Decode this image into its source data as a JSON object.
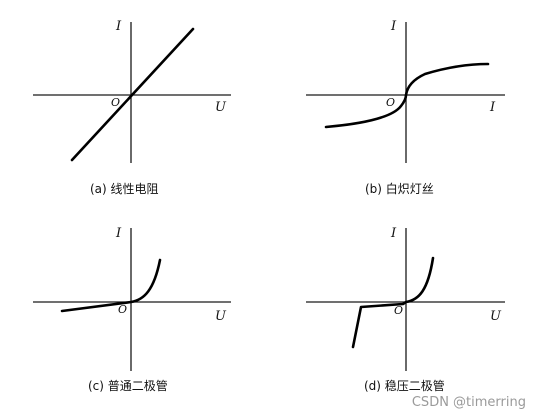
{
  "panels": [
    {
      "id": "a",
      "caption": "(a) 线性电阻",
      "y_axis": "I",
      "x_axis": "U",
      "origin": "O"
    },
    {
      "id": "b",
      "caption": "(b) 白炽灯丝",
      "y_axis": "I",
      "x_axis": "I",
      "origin": "O"
    },
    {
      "id": "c",
      "caption": "(c) 普通二极管",
      "y_axis": "I",
      "x_axis": "U",
      "origin": "O"
    },
    {
      "id": "d",
      "caption": "(d) 稳压二极管",
      "y_axis": "I",
      "x_axis": "U",
      "origin": "O"
    }
  ],
  "watermark": "CSDN @timerring",
  "colors": {
    "curve": "#000000",
    "axis": "#1a1a1a",
    "watermark": "#9a9a9a"
  }
}
